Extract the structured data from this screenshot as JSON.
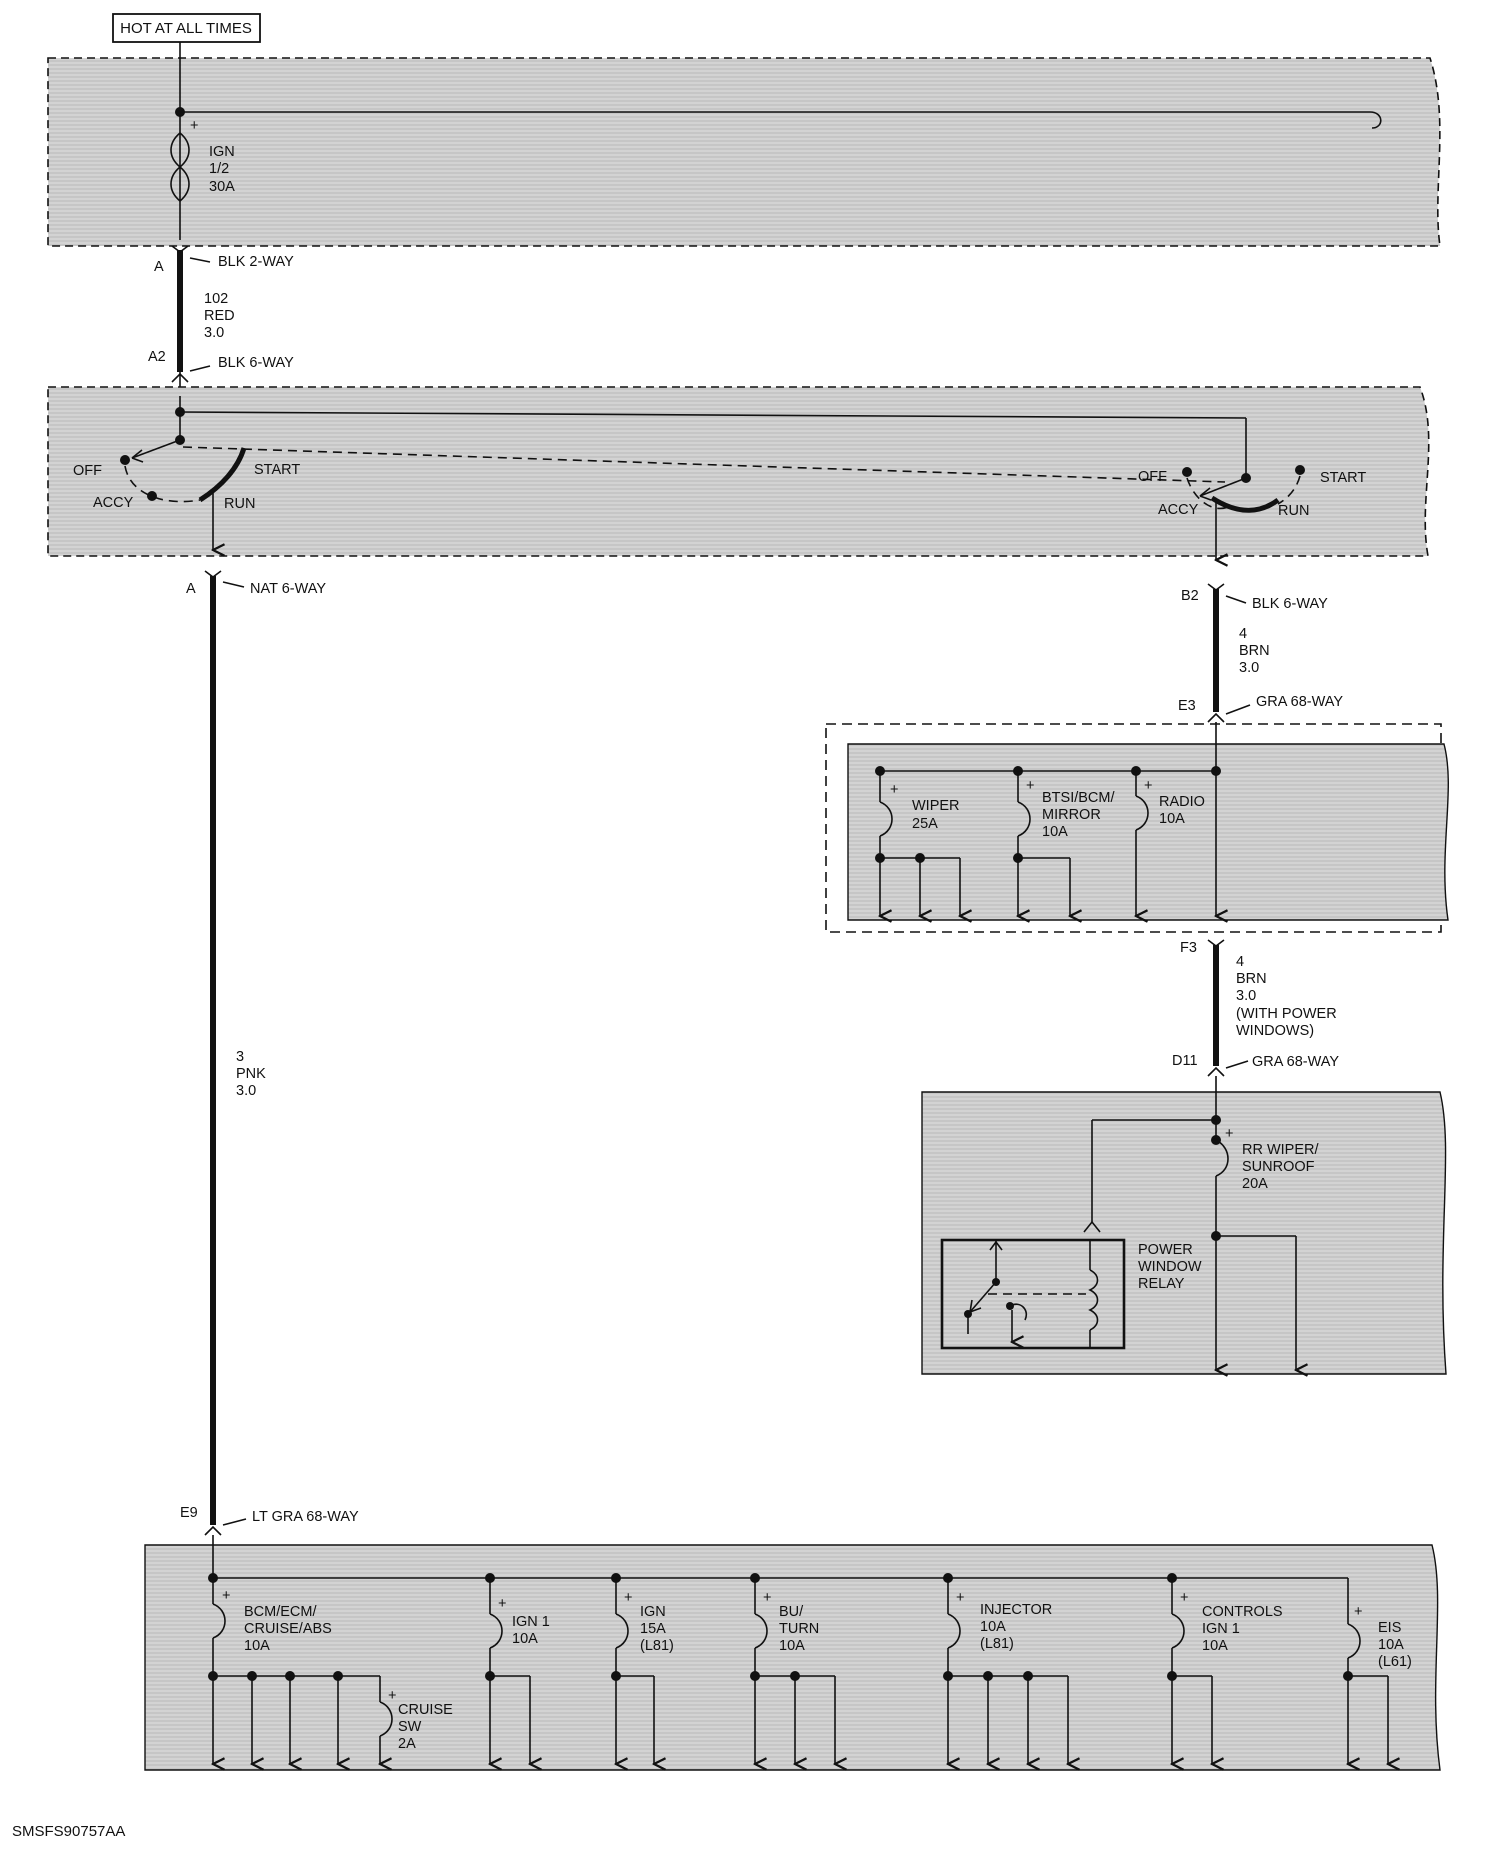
{
  "hot_label": "HOT AT ALL TIMES",
  "fuse_ign": {
    "line1": "IGN",
    "line2": "1/2",
    "line3": "30A"
  },
  "conn1": {
    "pin_top": "A",
    "name_top": "BLK 2-WAY",
    "pin_bot": "A2",
    "name_bot": "BLK 6-WAY",
    "wire_num": "102",
    "wire_color": "RED",
    "wire_size": "3.0"
  },
  "switch_left": {
    "off": "OFF",
    "accy": "ACCY",
    "start": "START",
    "run": "RUN"
  },
  "switch_right": {
    "off": "OFF",
    "accy": "ACCY",
    "start": "START",
    "run": "RUN"
  },
  "conn_left": {
    "pin_top": "A",
    "name_top": "NAT 6-WAY",
    "wire_num": "3",
    "wire_color": "PNK",
    "wire_size": "3.0",
    "pin_bot": "E9",
    "name_bot": "LT GRA 68-WAY"
  },
  "conn_right1": {
    "pin_top": "B2",
    "name_top": "BLK 6-WAY",
    "wire_num": "4",
    "wire_color": "BRN",
    "wire_size": "3.0",
    "pin_bot": "E3",
    "name_bot": "GRA 68-WAY"
  },
  "fuses_mid": [
    {
      "line1": "WIPER",
      "line2": "25A",
      "line3": ""
    },
    {
      "line1": "BTSI/BCM/",
      "line2": "MIRROR",
      "line3": "10A"
    },
    {
      "line1": "RADIO",
      "line2": "10A",
      "line3": ""
    }
  ],
  "conn_right2": {
    "pin_top": "F3",
    "wire_num": "4",
    "wire_color": "BRN",
    "wire_size": "3.0",
    "note1": "(WITH POWER",
    "note2": "WINDOWS)",
    "pin_bot": "D11",
    "name_bot": "GRA 68-WAY"
  },
  "fuse_rr": {
    "line1": "RR WIPER/",
    "line2": "SUNROOF",
    "line3": "20A"
  },
  "relay": {
    "line1": "POWER",
    "line2": "WINDOW",
    "line3": "RELAY"
  },
  "fuses_bottom": [
    {
      "line1": "BCM/ECM/",
      "line2": "CRUISE/ABS",
      "line3": "10A"
    },
    {
      "line1": "IGN 1",
      "line2": "10A",
      "line3": ""
    },
    {
      "line1": "IGN",
      "line2": "15A",
      "line3": "(L81)"
    },
    {
      "line1": "BU/",
      "line2": "TURN",
      "line3": "10A"
    },
    {
      "line1": "INJECTOR",
      "line2": "10A",
      "line3": "(L81)"
    },
    {
      "line1": "CONTROLS",
      "line2": "IGN 1",
      "line3": "10A"
    },
    {
      "line1": "EIS",
      "line2": "10A",
      "line3": "(L61)"
    }
  ],
  "fuse_cruise": {
    "line1": "CRUISE",
    "line2": "SW",
    "line3": "2A"
  },
  "plus_mark": "+",
  "figure_id": "SMSFS90757AA"
}
